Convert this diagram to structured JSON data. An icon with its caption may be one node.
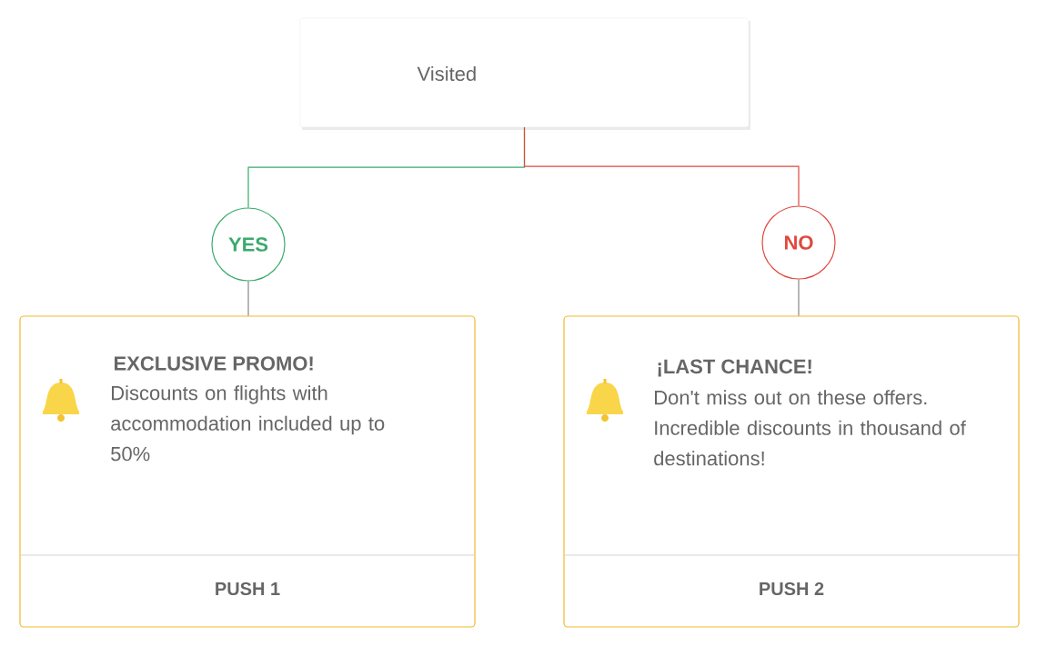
{
  "diagram": {
    "nodes": [
      {
        "text": [
          "Visited"
        ]
      },
      {
        "text": [
          "YES"
        ]
      },
      {
        "text": [
          "NO"
        ]
      },
      {
        "text": [
          "EXCLUSIVE PROMO!",
          "Discounts on flights with accommodation included up to 50%",
          "PUSH 1"
        ]
      },
      {
        "text": [
          "¡LAST CHANCE!",
          "Don't miss out on these offers. Incredible discounts in thousand of destinations!",
          "PUSH 2"
        ]
      }
    ],
    "edges": [
      {
        "from": 0,
        "to": 1,
        "arrow": "none",
        "color": "#3aaa6e"
      },
      {
        "from": 0,
        "to": 2,
        "arrow": "none",
        "color": "#e0483e"
      },
      {
        "from": 1,
        "to": 3,
        "arrow": "none"
      },
      {
        "from": 2,
        "to": 4,
        "arrow": "none"
      }
    ]
  }
}
